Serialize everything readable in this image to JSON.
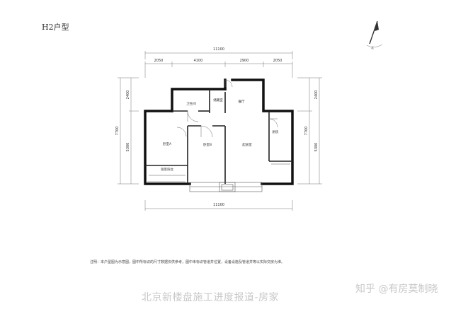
{
  "title": "H2户型",
  "compass_label": "北",
  "dimensions": {
    "top_total": "11100",
    "top_segments": [
      "2050",
      "4100",
      "2900",
      "2050"
    ],
    "bottom_total": "11100",
    "left_outer": "7700",
    "left_upper": "2400",
    "left_lower": "5300",
    "right_outer": "7700",
    "right_upper": "2400",
    "right_lower": "5300"
  },
  "rooms": {
    "bathroom": "卫生间",
    "storage": "储藏室",
    "entry": "餐厅",
    "bedroom_a": "卧室A",
    "bedroom_b": "卧室B",
    "living": "起居室",
    "kitchen": "厨房",
    "balcony": "观景阳台"
  },
  "note": "注明：本户型图为示意图，图中所标识的尺寸数据仅供参考，图中未标识管道井位置，设备设施及管道井等以实际交房为准。",
  "watermark_left": "北京新楼盘施工进度报道-房家",
  "watermark_right": "知乎 @有房莫制晓"
}
